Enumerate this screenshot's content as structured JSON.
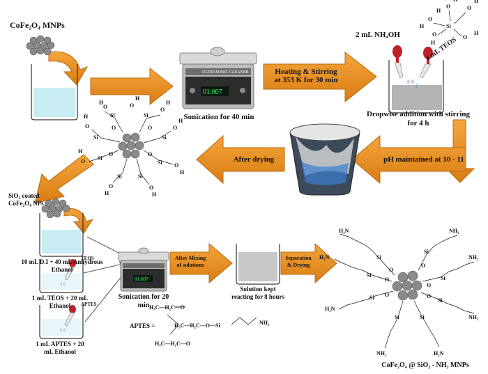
{
  "title_mnp": "CoFe₂O₄ MNPs",
  "sonication_40": "Sonication for 40 min",
  "heating_line1": "Heating & Stirring",
  "heating_line2": "at 353 K for 30 min",
  "nh4oh": "2 mL NH₄OH",
  "teos_4ml": "4 mL TEOS",
  "dropwise_line1": "Dropwise addition with stirring",
  "dropwise_line2": "for 4 h",
  "ph_text": "pH maintained at 10 - 11",
  "after_drying": "After drying",
  "sio2_coated_line1": "SiO₂ coated",
  "sio2_coated_line2": "CoFe₂O₄ NPs",
  "di_line1": "10 mL D.I + 40 mL Anhydrous",
  "di_line2": "Ethanol",
  "teos_small": "TEOS",
  "teos_line1": "1 mL TEOS + 20 mL",
  "teos_line2": "Ethanol",
  "aptes_small": "APTES",
  "aptes_line1": "1 mL APTES + 20",
  "aptes_line2": "mL Ethanol",
  "sonication_20_line1": "Sonication for 20",
  "sonication_20_line2": "min",
  "after_mixing_line1": "After Mixing",
  "after_mixing_line2": "of solutions",
  "kept_line1": "Solution kept",
  "kept_line2": "reacting for 8 hours",
  "separation_line1": "Separation",
  "separation_line2": "& Drying",
  "aptes_formula": "APTES = ",
  "final_label": "CoFe₂O₄ @ SiO₂ - NH₂ MNPs",
  "ultrasonic_label": "ULTRASONIC CLEANER",
  "timer_display": "01:007",
  "colors": {
    "arrow": "#e9901e",
    "arrow_edge": "#b96a10",
    "liquid": "#c9ecf4",
    "gray_liquid": "#b4b4b4",
    "particle": "#8a8a8a"
  }
}
